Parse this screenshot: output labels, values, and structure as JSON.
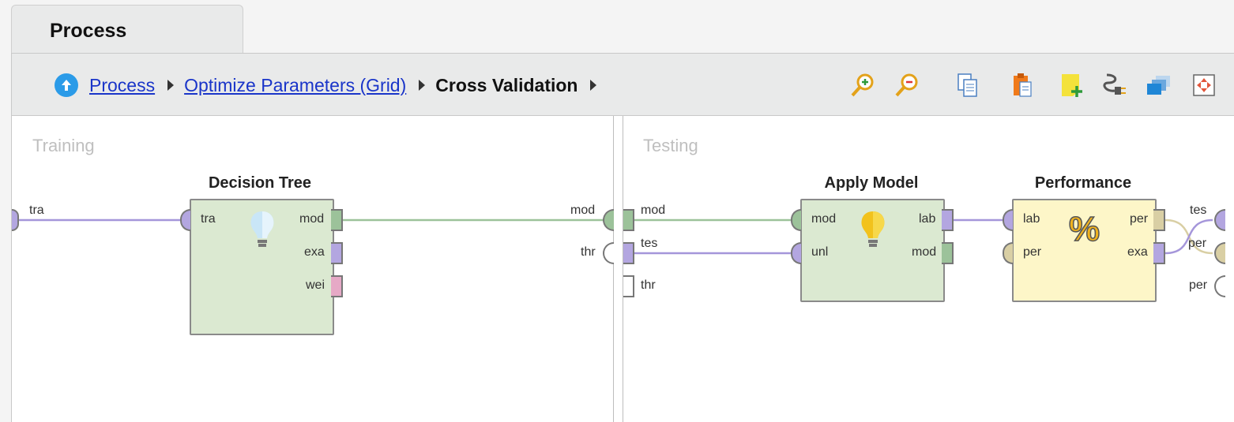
{
  "tab": {
    "label": "Process"
  },
  "breadcrumb": {
    "items": [
      "Process",
      "Optimize Parameters (Grid)"
    ],
    "current": "Cross Validation"
  },
  "toolbar": {
    "icons": [
      "zoom-in-icon",
      "zoom-out-icon",
      "copy-icon",
      "paste-icon",
      "add-note-icon",
      "auto-wire-icon",
      "arrange-icon",
      "fit-view-icon"
    ]
  },
  "training": {
    "title": "Training",
    "input_port": "tra",
    "output_ports": [
      "mod",
      "thr"
    ],
    "operator": {
      "name": "Decision Tree",
      "in": [
        "tra"
      ],
      "out": [
        "mod",
        "exa",
        "wei"
      ]
    }
  },
  "testing": {
    "title": "Testing",
    "input_ports": [
      "mod",
      "tes",
      "thr"
    ],
    "output_ports": [
      "tes",
      "per",
      "per"
    ],
    "apply_model": {
      "name": "Apply Model",
      "in": [
        "mod",
        "unl"
      ],
      "out": [
        "lab",
        "mod"
      ]
    },
    "performance": {
      "name": "Performance",
      "in": [
        "lab",
        "per"
      ],
      "out": [
        "per",
        "exa"
      ],
      "symbol": "%"
    }
  },
  "colors": {
    "operator_green": "#dbe9d1",
    "operator_yellow": "#fdf6c8",
    "port_purple": "#b3a6e0",
    "port_green": "#9cc29a",
    "port_pink": "#e6a9c6",
    "port_tan": "#d9cfa4",
    "link_blue": "#1a35c9"
  }
}
